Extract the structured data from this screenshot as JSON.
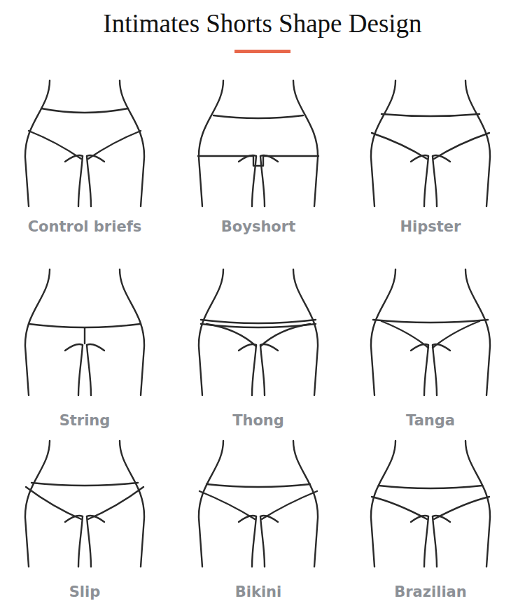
{
  "diagram": {
    "title": "Intimates Shorts Shape Design",
    "labels": [
      "Control briefs",
      "Boyshort",
      "Hipster",
      "String",
      "Thong",
      "Tanga",
      "Slip",
      "Bikini",
      "Brazilian"
    ]
  }
}
